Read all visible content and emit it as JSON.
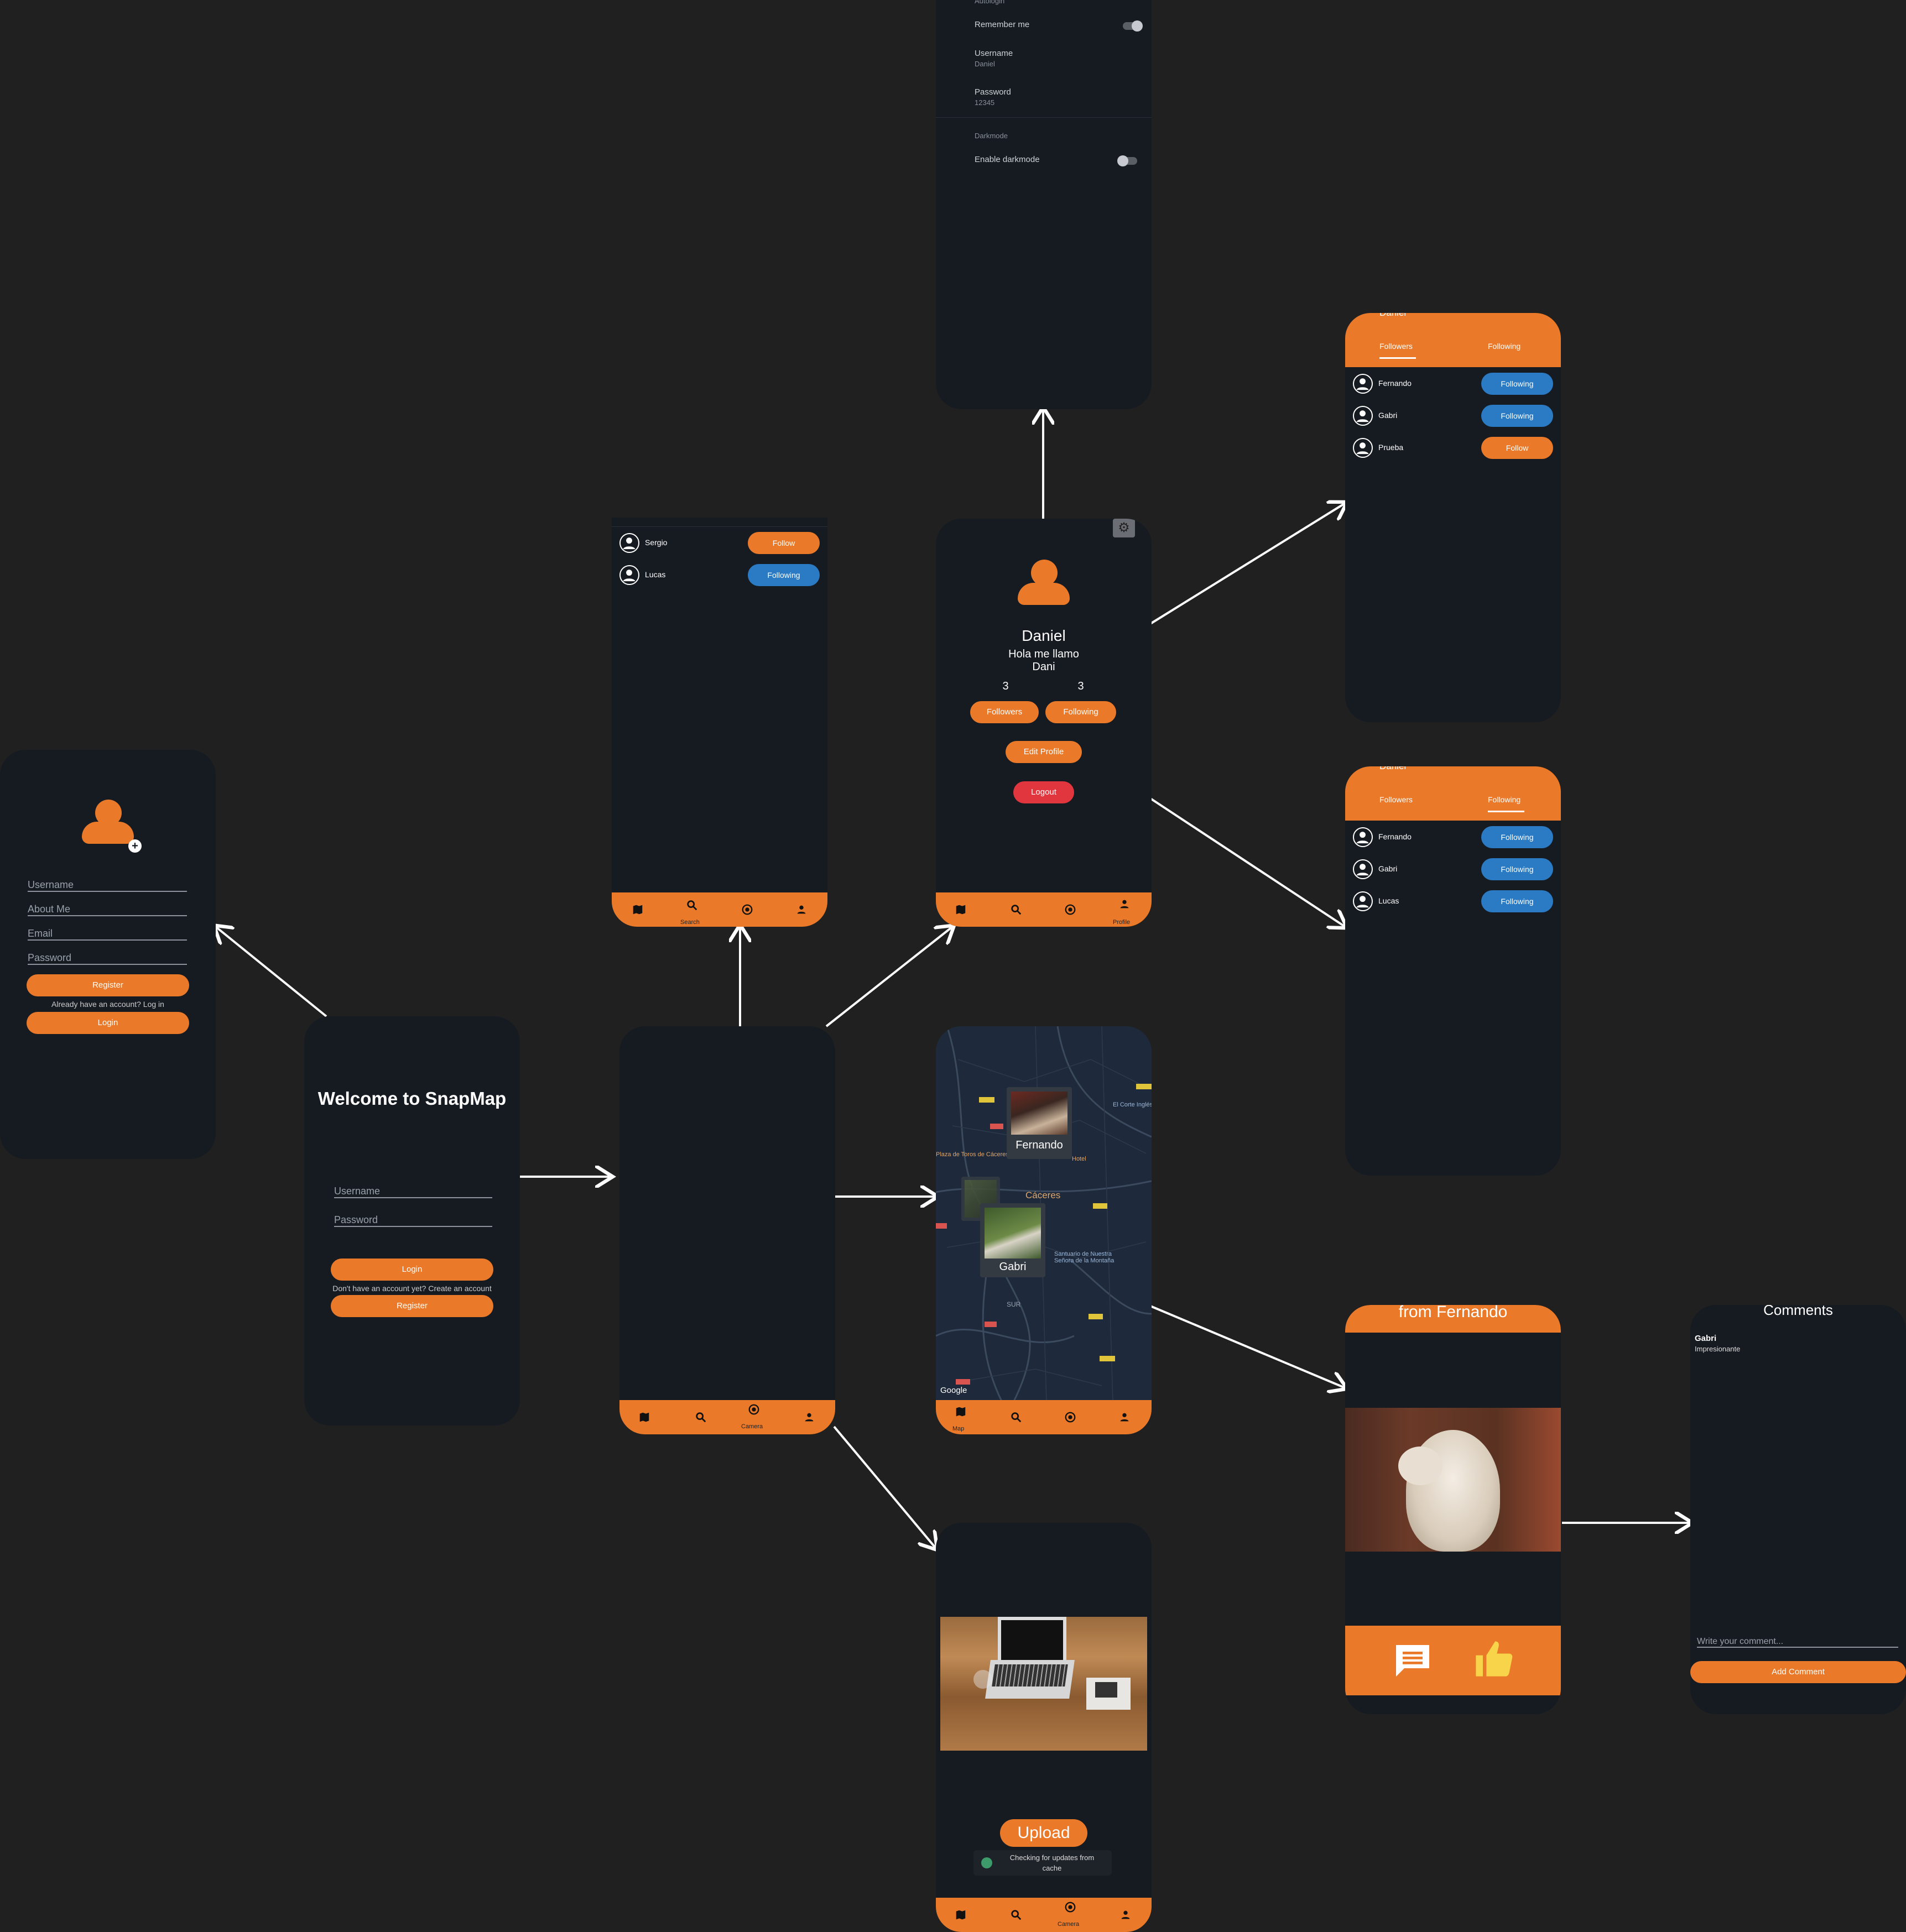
{
  "colors": {
    "accent": "#ea7a29",
    "blue": "#2a7ac4",
    "red": "#e2363f",
    "bg": "#202020",
    "phone": "#161b22"
  },
  "register": {
    "username": "Username",
    "about": "About Me",
    "email": "Email",
    "password": "Password",
    "register_btn": "Register",
    "already": "Already have an account? Log in",
    "login_btn": "Login"
  },
  "welcome": {
    "title": "Welcome to SnapMap",
    "username": "Username",
    "password": "Password",
    "login_btn": "Login",
    "no_account": "Don't have an account yet? Create an account",
    "register_btn": "Register"
  },
  "search": {
    "users": [
      {
        "name": "Sergio",
        "btn": "Follow"
      },
      {
        "name": "Lucas",
        "btn": "Following"
      }
    ],
    "nav_label": "Search"
  },
  "home": {
    "nav_label": "Camera"
  },
  "settings": {
    "autologin": "Autologin",
    "remember": "Remember me",
    "username_label": "Username",
    "username_value": "Daniel",
    "password_label": "Password",
    "password_value": "12345",
    "darkmode": "Darkmode",
    "enable_dark": "Enable darkmode"
  },
  "profile": {
    "name": "Daniel",
    "bio": [
      "Hola me llamo",
      "Dani"
    ],
    "followers_count": "3",
    "following_count": "3",
    "followers_btn": "Followers",
    "following_btn": "Following",
    "edit_btn": "Edit Profile",
    "logout_btn": "Logout",
    "nav_label": "Profile"
  },
  "followers": {
    "title": "Daniel",
    "tab_followers": "Followers",
    "tab_following": "Following",
    "users": [
      {
        "name": "Fernando",
        "btn": "Following"
      },
      {
        "name": "Gabri",
        "btn": "Following"
      },
      {
        "name": "Prueba",
        "btn": "Follow"
      }
    ]
  },
  "following": {
    "title": "Daniel",
    "tab_followers": "Followers",
    "tab_following": "Following",
    "users": [
      {
        "name": "Fernando",
        "btn": "Following"
      },
      {
        "name": "Gabri",
        "btn": "Following"
      },
      {
        "name": "Lucas",
        "btn": "Following"
      }
    ]
  },
  "map": {
    "pins": [
      "Fernando",
      "Gabri"
    ],
    "labels": [
      "Cáceres",
      "Plaza de Toros de Cáceres",
      "El Corte Inglés",
      "Santuario de Nuestra Señora de la Montaña",
      "SUR",
      "Google",
      "Hotel"
    ],
    "nav_label": "Map"
  },
  "post": {
    "title": "from Fernando"
  },
  "comments": {
    "title": "Comments",
    "author": "Gabri",
    "text": "Impresionante",
    "placeholder": "Write your comment...",
    "add_btn": "Add Comment"
  },
  "upload": {
    "btn": "Upload",
    "toast": "Checking for updates from cache",
    "nav_label": "Camera"
  }
}
